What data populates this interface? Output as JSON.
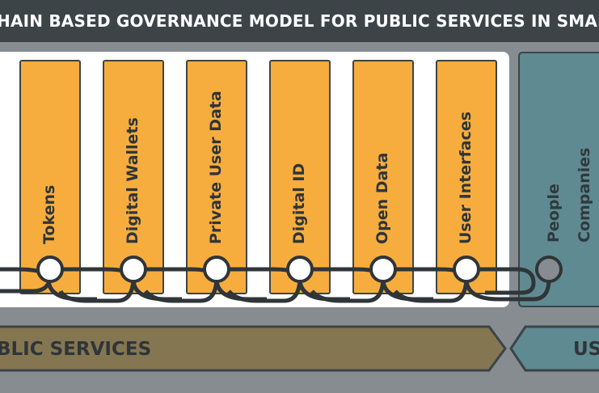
{
  "title": "HAIN  BASED GOVERNANCE MODEL FOR PUBLIC SERVICES IN SMAR",
  "columns": [
    {
      "label": "Tokens"
    },
    {
      "label": "Digital Wallets"
    },
    {
      "label": "Private User Data"
    },
    {
      "label": "Digital ID"
    },
    {
      "label": "Open Data"
    },
    {
      "label": "User Interfaces"
    }
  ],
  "users_panel": {
    "line1": "People",
    "line2": "Companies"
  },
  "banners": {
    "public": "BLIC SERVICES",
    "users": "US"
  },
  "colors": {
    "dark": "#3c4448",
    "orange": "#f7ad3e",
    "teal": "#5f8a91",
    "olive": "#857652",
    "grey": "#868c8f"
  }
}
